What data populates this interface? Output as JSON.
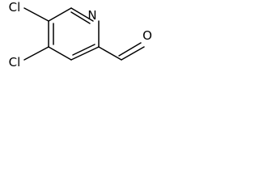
{
  "structure": {
    "atoms": {
      "nitrogen": "N",
      "chlorine_upper": "Cl",
      "chlorine_lower": "Cl",
      "oxygen": "O"
    },
    "line_color": "#000000"
  }
}
